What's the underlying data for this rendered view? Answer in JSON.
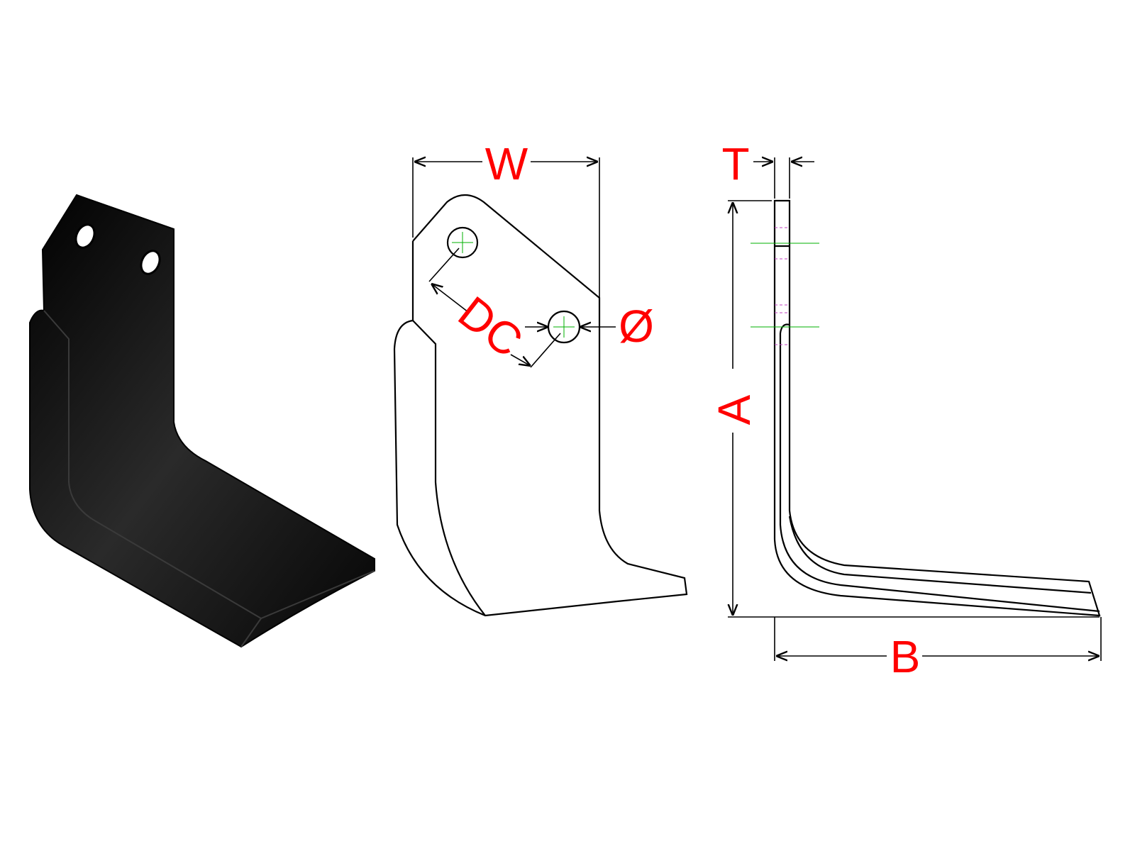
{
  "colors": {
    "label": "#ff0000",
    "blade": "#0a0a0a",
    "centerline": "#00b000"
  },
  "labels": {
    "width": "W",
    "thickness": "T",
    "height": "A",
    "length": "B",
    "hole_distance": "DC",
    "hole_diameter": "Ø"
  }
}
